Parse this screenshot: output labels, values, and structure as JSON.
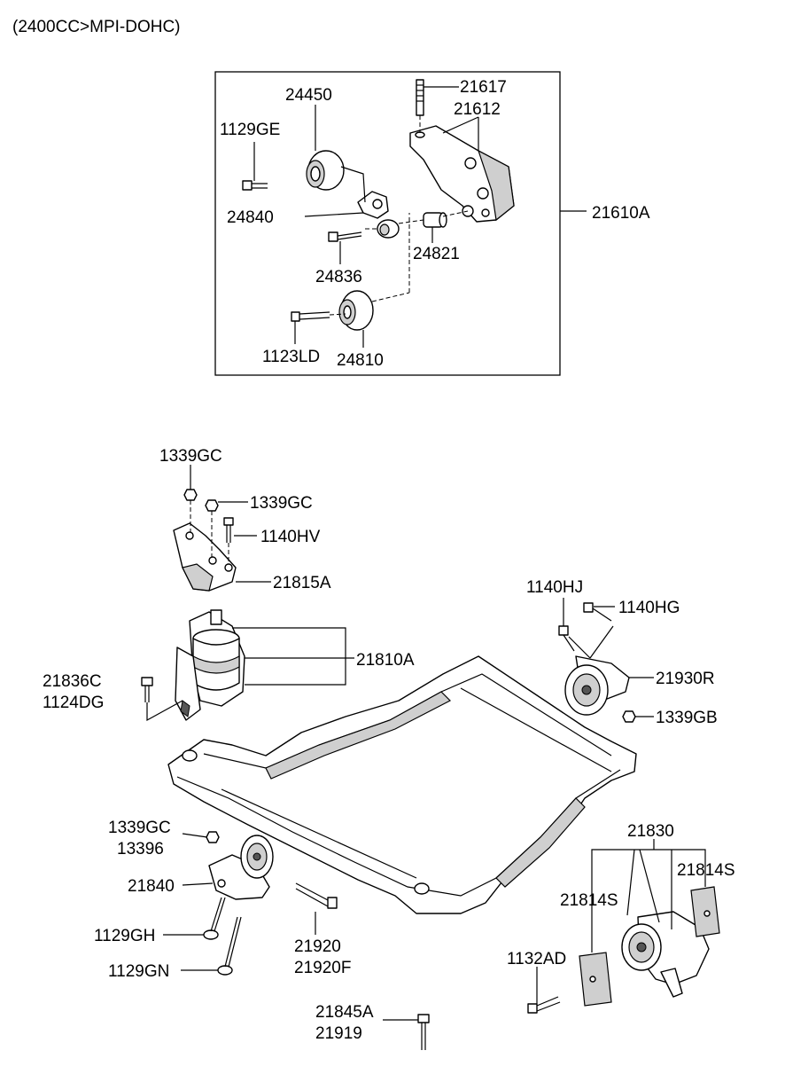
{
  "header": {
    "engine_spec": "(2400CC>MPI-DOHC)"
  },
  "upper_assembly": {
    "labels": {
      "p21617": "21617",
      "p21612": "21612",
      "p24450": "24450",
      "p1129GE": "1129GE",
      "p24840": "24840",
      "p24836": "24836",
      "p24821": "24821",
      "p1123LD": "1123LD",
      "p24810": "24810",
      "p21610A": "21610A"
    }
  },
  "lower_assembly": {
    "labels": {
      "p1339GC_a": "1339GC",
      "p1339GC_b": "1339GC",
      "p1140HV": "1140HV",
      "p21815A": "21815A",
      "p21810A": "21810A",
      "p21836C": "21836C",
      "p1124DG": "1124DG",
      "p1140HJ": "1140HJ",
      "p1140HG": "1140HG",
      "p21930R": "21930R",
      "p1339GB": "1339GB",
      "p1339GC_c": "1339GC",
      "p13396": "13396",
      "p21840": "21840",
      "p1129GH": "1129GH",
      "p1129GN": "1129GN",
      "p21920": "21920",
      "p21920F": "21920F",
      "p21830": "21830",
      "p21814S_a": "21814S",
      "p21814S_b": "21814S",
      "p1132AD": "1132AD",
      "p21845A": "21845A",
      "p21919": "21919"
    }
  }
}
